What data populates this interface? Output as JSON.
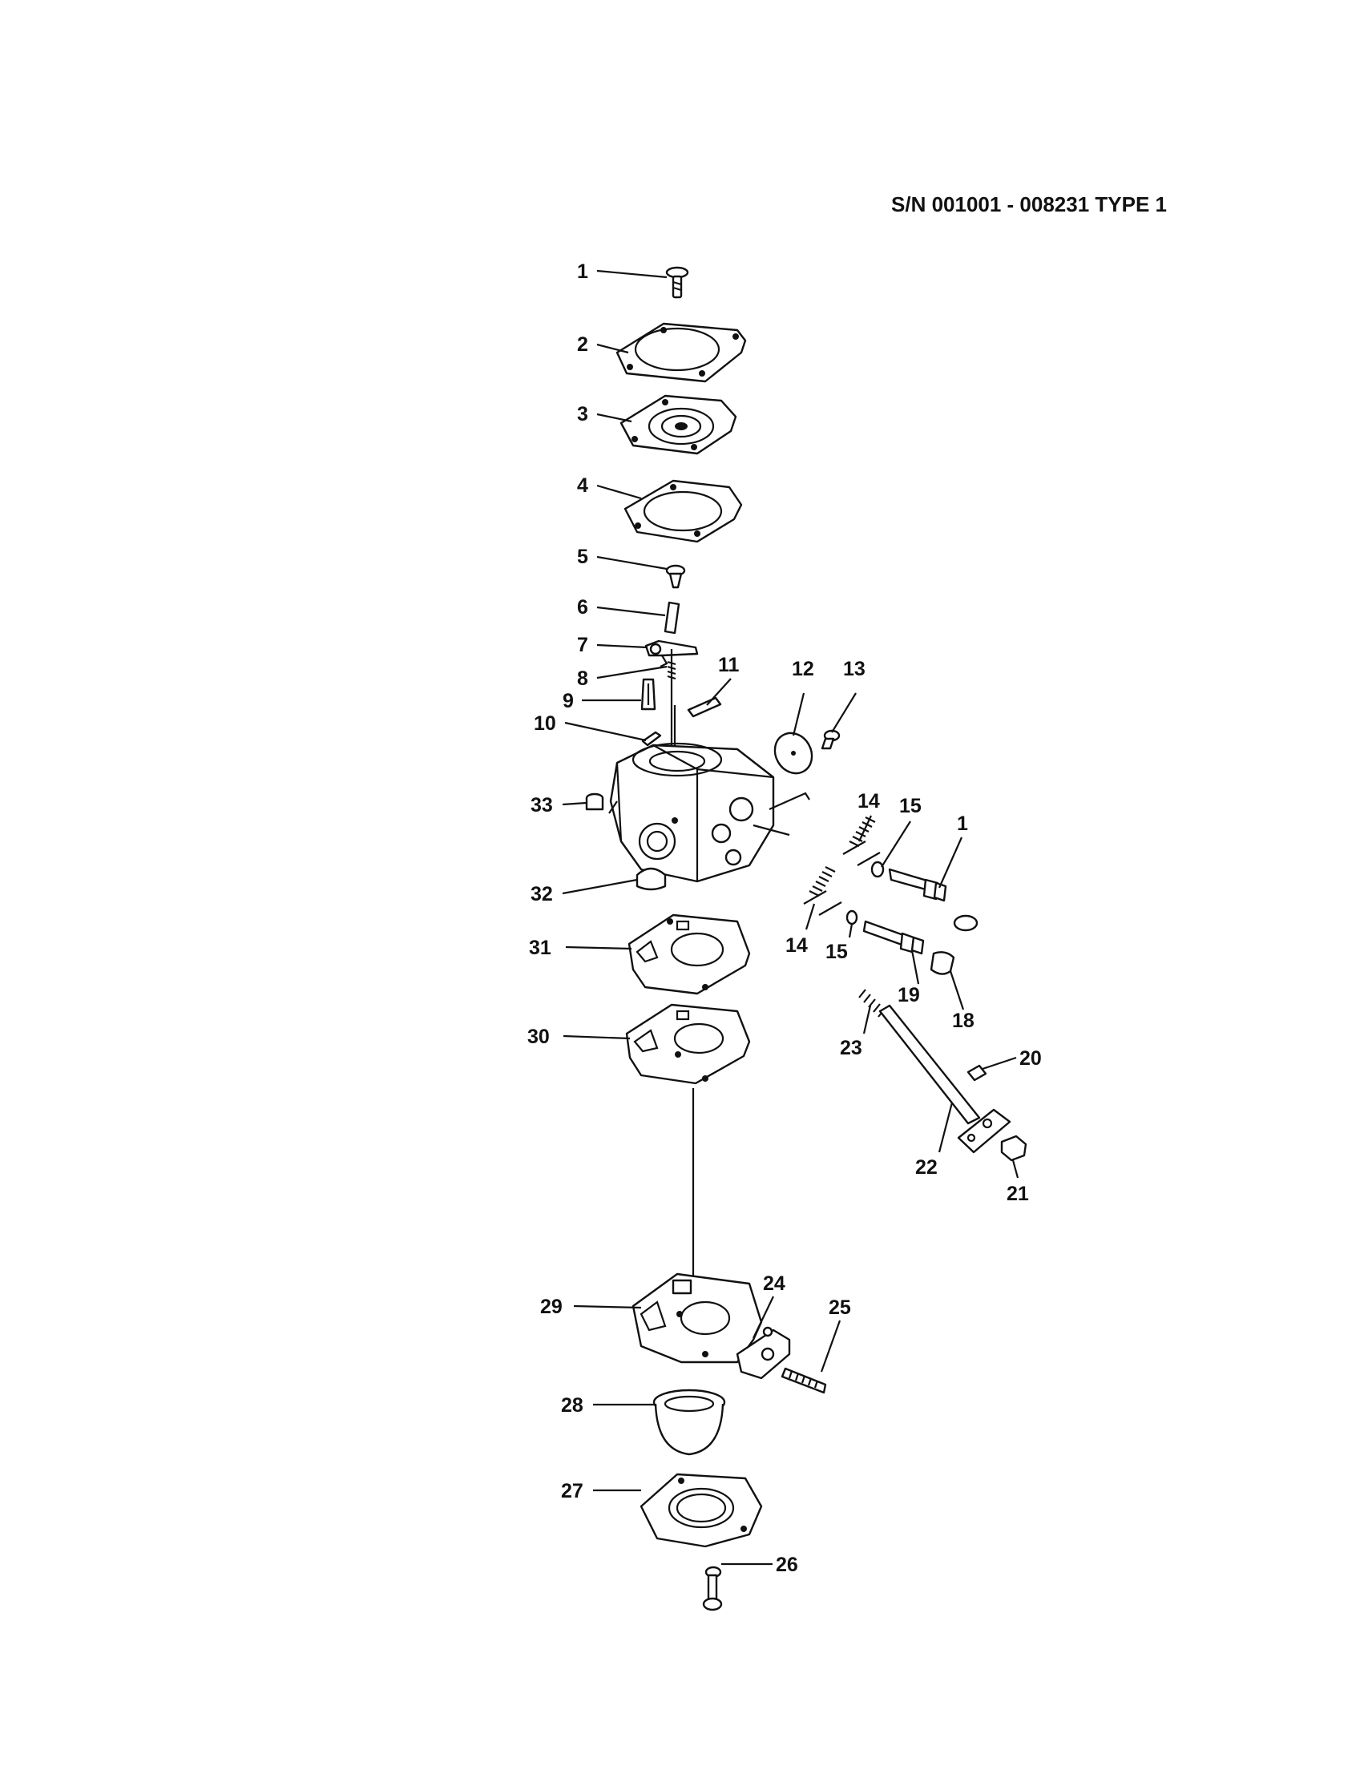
{
  "header": {
    "serial_range": "S/N 001001 - 008231 TYPE 1"
  },
  "callouts": {
    "c1a": "1",
    "c2": "2",
    "c3": "3",
    "c4": "4",
    "c5": "5",
    "c6": "6",
    "c7": "7",
    "c8": "8",
    "c9": "9",
    "c10": "10",
    "c11": "11",
    "c12": "12",
    "c13": "13",
    "c14a": "14",
    "c15a": "15",
    "c1b": "1",
    "c14b": "14",
    "c15b": "15",
    "c19": "19",
    "c18": "18",
    "c23": "23",
    "c20": "20",
    "c22": "22",
    "c21": "21",
    "c33": "33",
    "c32": "32",
    "c31": "31",
    "c30": "30",
    "c29": "29",
    "c24": "24",
    "c25": "25",
    "c28": "28",
    "c27": "27",
    "c26": "26"
  }
}
